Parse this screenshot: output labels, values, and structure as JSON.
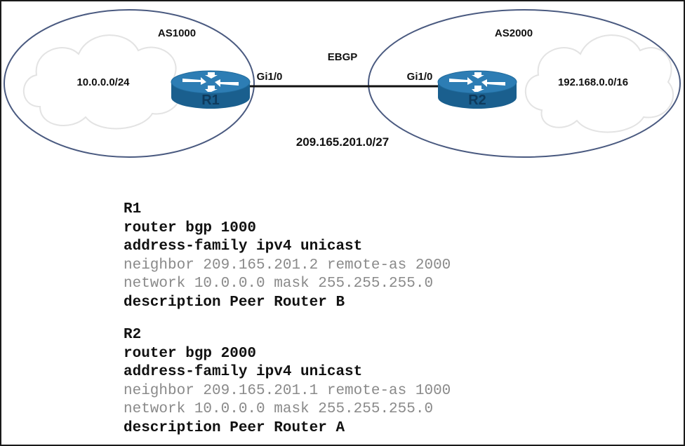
{
  "colors": {
    "ellipse_stroke": "#4a5a80",
    "cloud_stroke": "#e3e3e3",
    "router_top": "#2d7db4",
    "router_side": "#1a5f8e",
    "code_bold": "#111111",
    "code_gray": "#8a8a8a"
  },
  "topology": {
    "as_left": "AS1000",
    "as_right": "AS2000",
    "link_label": "EBGP",
    "subnet_label": "209.165.201.0/27",
    "net_left": "10.0.0.0/24",
    "net_right": "192.168.0.0/16",
    "router_left": "R1",
    "router_right": "R2",
    "iface_left": "Gi1/0",
    "iface_right": "Gi1/0"
  },
  "config": {
    "r1": {
      "title": "R1",
      "lines": [
        "router bgp 1000",
        "address-family ipv4 unicast",
        "neighbor 209.165.201.2 remote-as 2000",
        "network 10.0.0.0 mask 255.255.255.0",
        "description Peer Router B"
      ]
    },
    "r2": {
      "title": "R2",
      "lines": [
        "router bgp 2000",
        "address-family ipv4 unicast",
        "neighbor 209.165.201.1 remote-as 1000",
        "network 10.0.0.0 mask 255.255.255.0",
        "description Peer Router A"
      ]
    }
  }
}
